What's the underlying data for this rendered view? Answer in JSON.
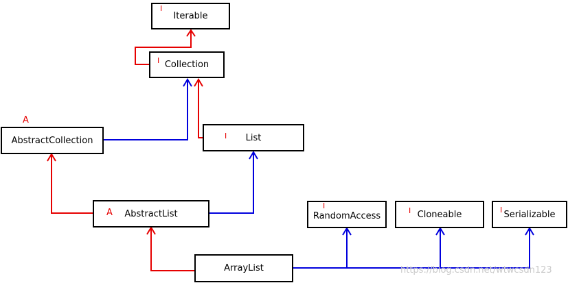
{
  "nodes": {
    "iterable": {
      "label": "Iterable",
      "badge": "I"
    },
    "collection": {
      "label": "Collection",
      "badge": "I"
    },
    "abstract_collection": {
      "label": "AbstractCollection",
      "badge": "A"
    },
    "list": {
      "label": "List",
      "badge": "I"
    },
    "abstract_list": {
      "label": "AbstractList",
      "badge": "A"
    },
    "random_access": {
      "label": "RandomAccess",
      "badge": "I"
    },
    "cloneable": {
      "label": "Cloneable",
      "badge": "I"
    },
    "serializable": {
      "label": "Serializable",
      "badge": "I"
    },
    "array_list": {
      "label": "ArrayList"
    }
  },
  "edges": [
    {
      "from": "Collection",
      "to": "Iterable",
      "kind": "extends",
      "color": "#e60000"
    },
    {
      "from": "List",
      "to": "Collection",
      "kind": "extends",
      "color": "#e60000"
    },
    {
      "from": "AbstractCollection",
      "to": "Collection",
      "kind": "implements",
      "color": "#0000dd"
    },
    {
      "from": "AbstractList",
      "to": "AbstractCollection",
      "kind": "extends",
      "color": "#e60000"
    },
    {
      "from": "AbstractList",
      "to": "List",
      "kind": "implements",
      "color": "#0000dd"
    },
    {
      "from": "ArrayList",
      "to": "AbstractList",
      "kind": "extends",
      "color": "#e60000"
    },
    {
      "from": "ArrayList",
      "to": "RandomAccess",
      "kind": "implements",
      "color": "#0000dd"
    },
    {
      "from": "ArrayList",
      "to": "Cloneable",
      "kind": "implements",
      "color": "#0000dd"
    },
    {
      "from": "ArrayList",
      "to": "Serializable",
      "kind": "implements",
      "color": "#0000dd"
    }
  ],
  "watermark": "https://blog.csdn.net/wtwcsdn123",
  "colors": {
    "extends": "#e60000",
    "implements": "#0000dd"
  }
}
